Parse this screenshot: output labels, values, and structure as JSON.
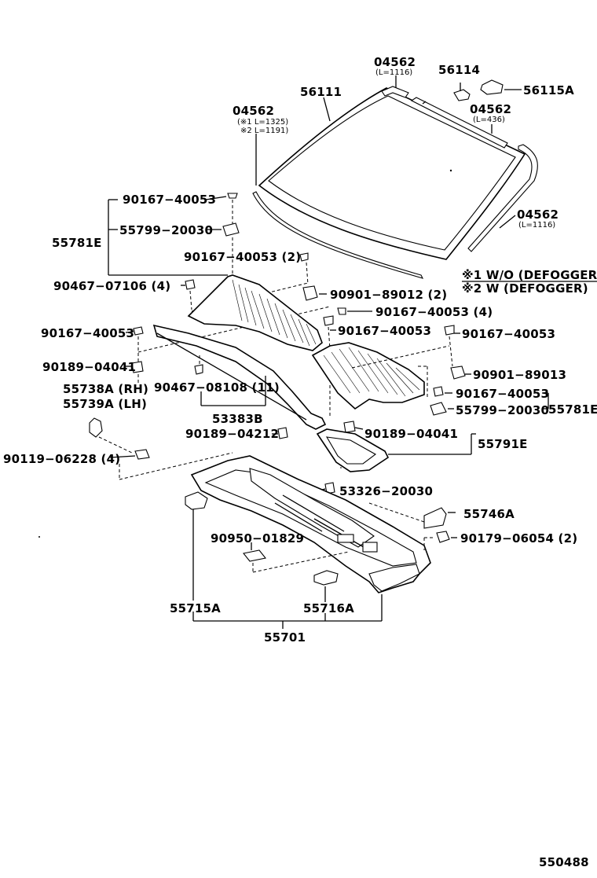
{
  "diagram": {
    "figure_id": "550488",
    "legend": {
      "note1": "※1 W/O (DEFOGGER)",
      "note2": "※2 W (DEFOGGER)"
    },
    "labels": {
      "p04562_top": "04562",
      "p04562_top_len": "(L=1116)",
      "p56114": "56114",
      "p56115A": "56115A",
      "p56111": "56111",
      "p04562_left": "04562",
      "p04562_left_len1": "(※1 L=1325)",
      "p04562_left_len2": "※2 L=1191)",
      "p04562_mid": "04562",
      "p04562_mid_len": "(L=436)",
      "p04562_right": "04562",
      "p04562_right_len": "(L=1116)",
      "p90167_a": "90167−40053",
      "p55799_a": "55799−20030",
      "p55781E_a": "55781E",
      "p90167_b": "90167−40053 (2)",
      "p90467_a": "90467−07106 (4)",
      "p90901_a": "90901−89012 (2)",
      "p90167_c": "90167−40053 (4)",
      "p90167_d": "90167−40053",
      "p90167_e": "90167−40053",
      "p90167_f": "90167−40053",
      "p90189_a": "90189−04041",
      "p90901_b": "90901−89013",
      "p55738A": "55738A (RH)",
      "p55739A": "55739A (LH)",
      "p90467_b": "90467−08108 (11)",
      "p90167_g": "90167−40053",
      "p55799_b": "55799−20030",
      "p55781E_b": "55781E",
      "p53383B": "53383B",
      "p90189_b": "90189−04212",
      "p90189_c": "90189−04041",
      "p55791E": "55791E",
      "p90119": "90119−06228 (4)",
      "p53326": "53326−20030",
      "p55746A": "55746A",
      "p90950": "90950−01829",
      "p90179": "90179−06054 (2)",
      "p55715A": "55715A",
      "p55716A": "55716A",
      "p55701": "55701"
    }
  }
}
